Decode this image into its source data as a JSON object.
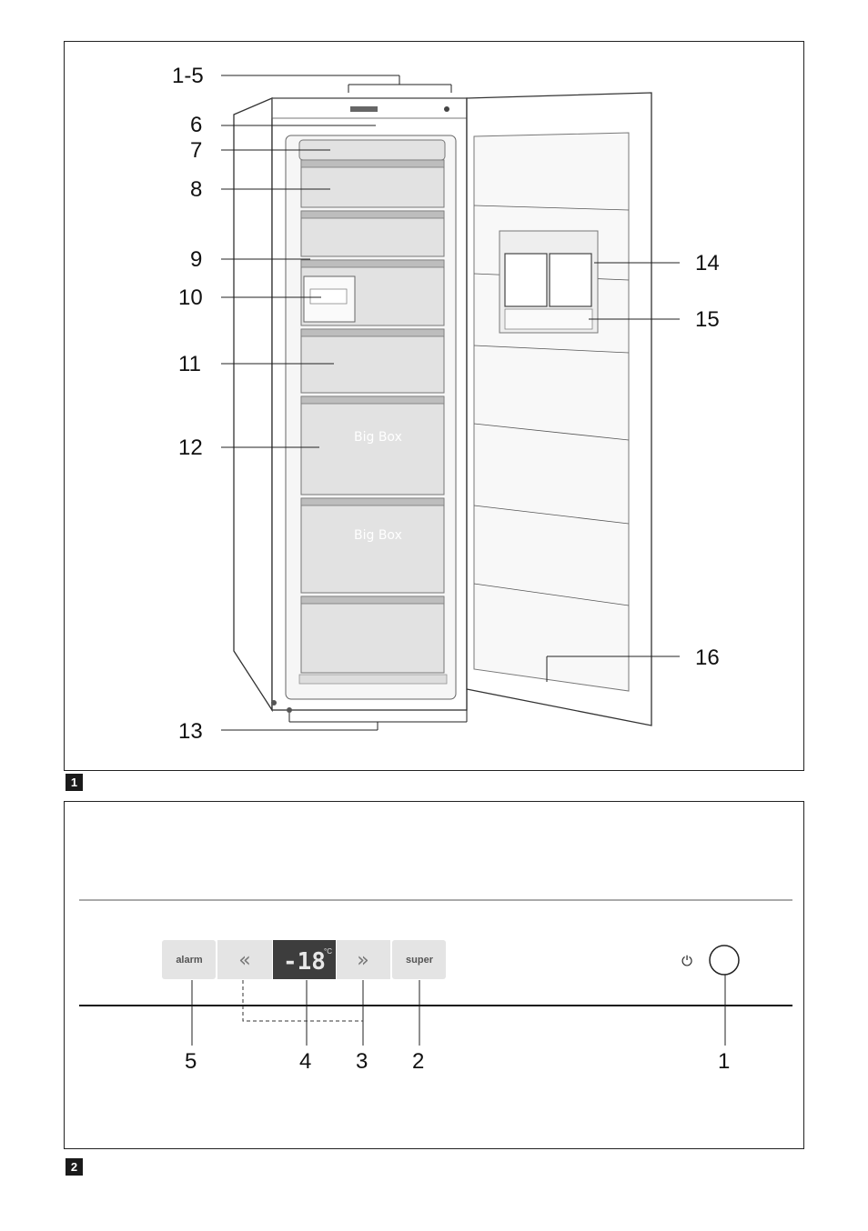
{
  "figure1": {
    "tag": "1",
    "callouts": [
      "1-5",
      "6",
      "7",
      "8",
      "9",
      "10",
      "11",
      "12",
      "13",
      "14",
      "15",
      "16"
    ],
    "drawer_label_a": "Big Box",
    "drawer_label_b": "Big Box"
  },
  "figure2": {
    "tag": "2",
    "buttons": {
      "alarm": "alarm",
      "super": "super",
      "left_arrow": "«",
      "right_arrow": "»"
    },
    "display": {
      "value": "-18",
      "unit": "°C"
    },
    "power_symbol": "⏻",
    "callouts": [
      "5",
      "4",
      "3",
      "2",
      "1"
    ]
  }
}
